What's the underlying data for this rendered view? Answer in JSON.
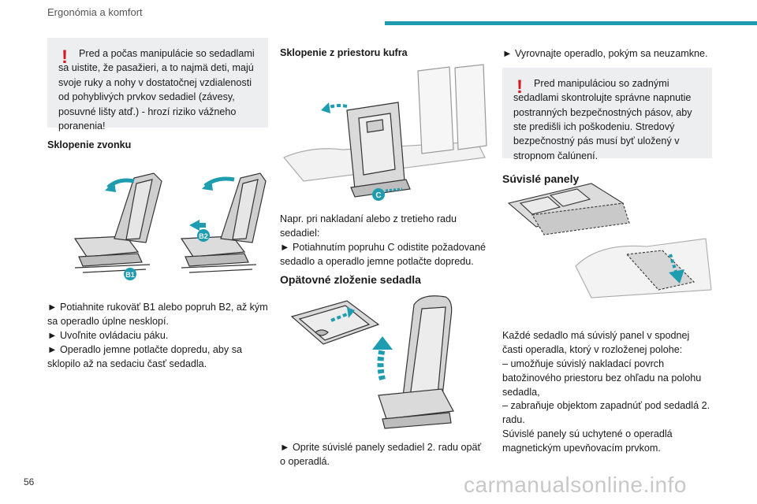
{
  "header": {
    "title": "Ergonómia a komfort"
  },
  "page_number": "56",
  "watermark": "carmanualsonline.info",
  "left": {
    "warning_mark": "!",
    "warning": "Pred a počas manipulácie so sedadlami sa uistite, že pasažieri, a to najmä deti, majú svoje ruky a nohy v dostatočnej vzdialenosti od pohyblivých prvkov sedadiel (závesy, posuvné lišty atď.) - hrozí riziko vážneho poranenia!",
    "heading": "Sklopenie zvonku",
    "labels": {
      "b1": "B1",
      "b2": "B2"
    },
    "lines": [
      "► Potiahnite rukoväť B1 alebo popruh B2, až kým sa operadlo úplne nesklopí.",
      "► Uvoľnite ovládaciu páku.",
      "► Operadlo jemne potlačte dopredu, aby sa sklopilo až na sedaciu časť sedadla."
    ]
  },
  "middle": {
    "heading": "Sklopenie z priestoru kufra",
    "label_c": "C",
    "para_lines": [
      "Napr. pri nakladaní alebo z tretieho radu sedadiel:",
      "► Potiahnutím popruhu C odistite požadované sedadlo a operadlo jemne potlačte dopredu."
    ],
    "section_title": "Opätovné zloženie sedadla",
    "bottom_text": "► Oprite súvislé panely sedadiel 2. radu opäť o operadlá."
  },
  "right": {
    "top_text": "► Vyrovnajte operadlo, pokým sa neuzamkne.",
    "warning_mark": "!",
    "warning": "Pred manipuláciou so zadnými sedadlami skontrolujte správne napnutie postranných bezpečnostných pásov, aby ste predišli ich poškodeniu. Stredový bezpečnostný pás musí byť uložený v stropnom čalúnení.",
    "section_title": "Súvislé panely",
    "para_lines": [
      "Každé sedadlo má súvislý panel v spodnej časti operadla, ktorý v rozloženej polohe:",
      "– umožňuje súvislý nakladací povrch batožinového priestoru bez ohľadu na polohu sedadla,",
      "– zabraňuje objektom zapadnúť pod sedadlá 2. radu.",
      "Súvislé panely sú uchytené o operadlá magnetickým upevňovacím prvkom."
    ]
  },
  "colors": {
    "accent": "#1f9db0",
    "warning": "#d21a24",
    "warning_bg": "#eceef0"
  }
}
